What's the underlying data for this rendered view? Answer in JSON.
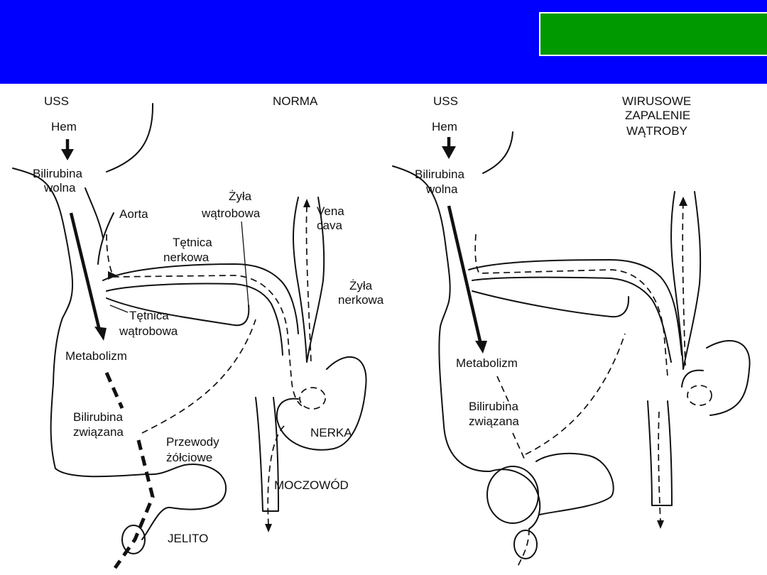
{
  "colors": {
    "header": "#0000ff",
    "accent_box": "#009900"
  },
  "left_panel": {
    "uss": "USS",
    "condition": "NORMA",
    "hem": "Hem",
    "bilirubin_free_1": "Bilirubina",
    "bilirubin_free_2": "wolna",
    "aorta": "Aorta",
    "hepatic_vein_1": "Żyła",
    "hepatic_vein_2": "wątrobowa",
    "vena_cava_1": "Vena",
    "vena_cava_2": "cava",
    "renal_artery_1": "Tętnica",
    "renal_artery_2": "nerkowa",
    "renal_vein_1": "Żyła",
    "renal_vein_2": "nerkowa",
    "hepatic_artery_1": "Tętnica",
    "hepatic_artery_2": "wątrobowa",
    "metabolism": "Metabolizm",
    "bilirubin_bound_1": "Bilirubina",
    "bilirubin_bound_2": "związana",
    "bile_ducts_1": "Przewody",
    "bile_ducts_2": "żółciowe",
    "kidney": "NERKA",
    "ureter": "MOCZOWÓD",
    "intestine": "JELITO"
  },
  "right_panel": {
    "uss": "USS",
    "condition_1": "WIRUSOWE",
    "condition_2": "ZAPALENIE",
    "condition_3": "WĄTROBY",
    "hem": "Hem",
    "bilirubin_free_1": "Bilirubina",
    "bilirubin_free_2": "wolna",
    "metabolism": "Metabolizm",
    "bilirubin_bound_1": "Bilirubina",
    "bilirubin_bound_2": "związana"
  }
}
